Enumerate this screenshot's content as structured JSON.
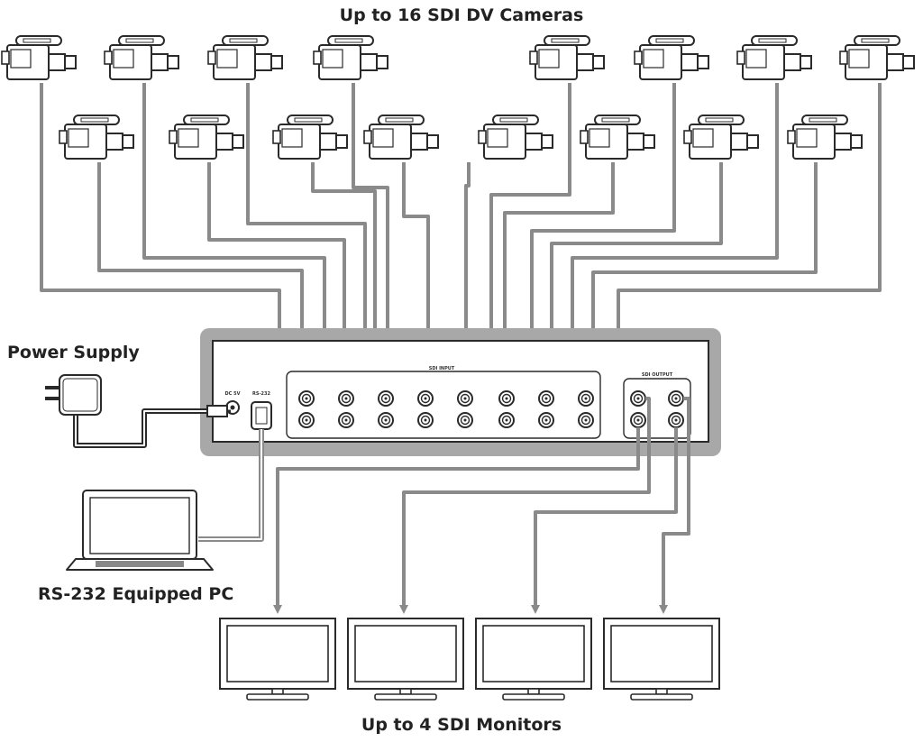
{
  "labels": {
    "cameras": "Up to 16 SDI DV Cameras",
    "power": "Power Supply",
    "pc": "RS-232 Equipped PC",
    "monitors": "Up to 4 SDI Monitors"
  },
  "panel": {
    "sdi_input": "SDI INPUT",
    "sdi_output": "SDI OUTPUT",
    "dc_in": "DC 5V",
    "rs232": "RS-232"
  },
  "colors": {
    "cable": "#8a8a8a",
    "cable_light": "#cfcfcf",
    "outline": "#2a2a2a",
    "device_frame": "#9a9a9a",
    "screen": "#ffffff"
  },
  "icons": {
    "camera": "camcorder-icon",
    "power": "power-adapter-icon",
    "pc": "laptop-icon",
    "monitor": "monitor-icon",
    "connector": "bnc-connector-icon"
  }
}
